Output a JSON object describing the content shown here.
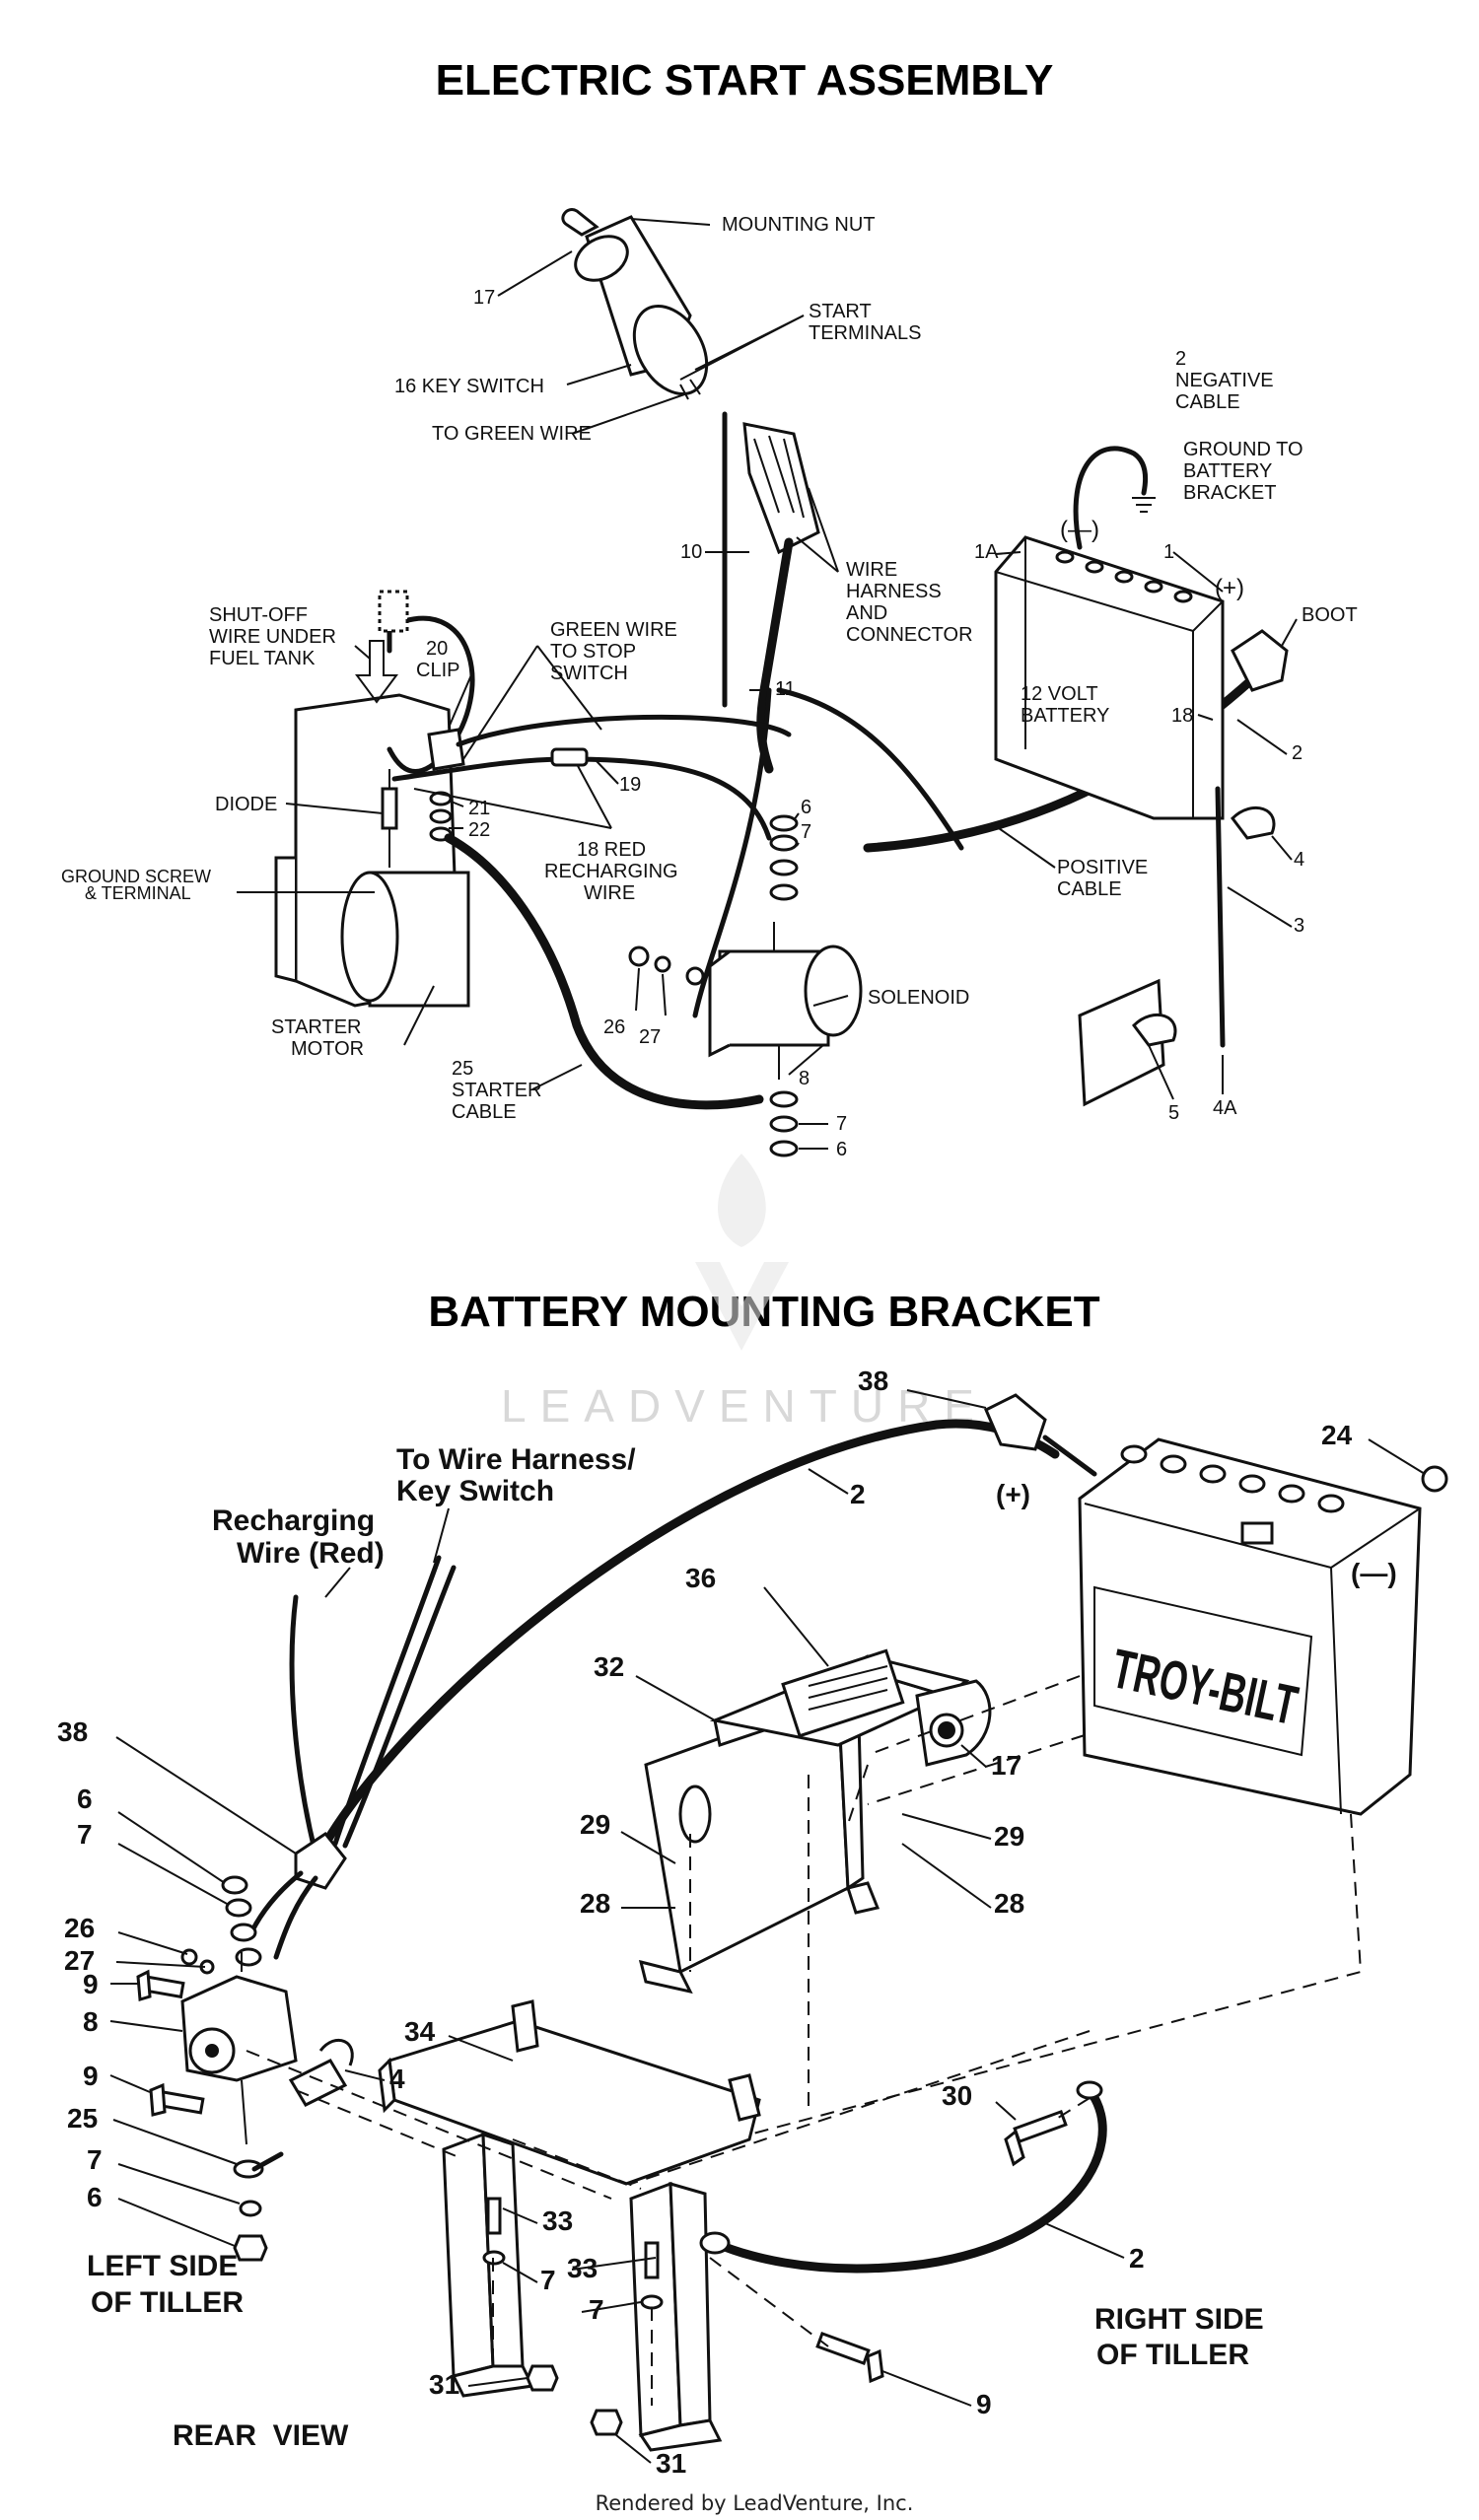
{
  "titles": {
    "electric_start": "ELECTRIC START ASSEMBLY",
    "battery_bracket": "BATTERY MOUNTING BRACKET"
  },
  "watermark": "LEADVENTURE",
  "footer": "Rendered by LeadVenture, Inc.",
  "top_labels": {
    "mounting_nut": "MOUNTING NUT",
    "n17": "17",
    "start_terminals_1": "START",
    "start_terminals_2": "TERMINALS",
    "key_switch": "16 KEY SWITCH",
    "to_green_wire": "TO GREEN WIRE",
    "neg_cable_1": "2",
    "neg_cable_2": "NEGATIVE",
    "neg_cable_3": "CABLE",
    "ground_1": "GROUND TO",
    "ground_2": "BATTERY",
    "ground_3": "BRACKET",
    "n10": "10",
    "harness_1": "WIRE",
    "harness_2": "HARNESS",
    "harness_3": "AND",
    "harness_4": "CONNECTOR",
    "n1a": "1A",
    "minus": "(—)",
    "n1": "1",
    "plus": "(+)",
    "boot": "BOOT",
    "battery_1": "12 VOLT",
    "battery_2": "BATTERY",
    "n18": "18",
    "n2": "2",
    "shutoff_1": "SHUT-OFF",
    "shutoff_2": "WIRE UNDER",
    "shutoff_3": "FUEL TANK",
    "clip_1": "20",
    "clip_2": "CLIP",
    "green_1": "GREEN WIRE",
    "green_2": "TO STOP",
    "green_3": "SWITCH",
    "n11": "11",
    "n19": "19",
    "diode": "DIODE",
    "n21": "21",
    "n22": "22",
    "red_1": "18 RED",
    "red_2": "RECHARGING",
    "red_3": "WIRE",
    "n6a": "6",
    "n7a": "7",
    "pos_1": "POSITIVE",
    "pos_2": "CABLE",
    "n4": "4",
    "n3": "3",
    "ground_screw_1": "GROUND SCREW",
    "ground_screw_2": "& TERMINAL",
    "starter_1": "STARTER",
    "starter_2": "MOTOR",
    "n26": "26",
    "n27": "27",
    "solenoid": "SOLENOID",
    "n8": "8",
    "n5": "5",
    "n4a": "4A",
    "cable25_1": "25",
    "cable25_2": "STARTER",
    "cable25_3": "CABLE",
    "n7b": "7",
    "n6b": "6"
  },
  "bottom_labels": {
    "n38_top": "38",
    "n24": "24",
    "to_harness_1": "To Wire Harness/",
    "to_harness_2": "Key Switch",
    "n2_top": "2",
    "plus": "(+)",
    "minus": "(—)",
    "recharge_1": "Recharging",
    "recharge_2": "Wire (Red)",
    "n36": "36",
    "n32": "32",
    "n17": "17",
    "brand": "TROY-BILT",
    "n38_left": "38",
    "n6_left": "6",
    "n7_left": "7",
    "n29_left": "29",
    "n28_left": "28",
    "n29_right": "29",
    "n28_right": "28",
    "n26": "26",
    "n27": "27",
    "n9_a": "9",
    "n8": "8",
    "n4": "4",
    "n34": "34",
    "n9_b": "9",
    "n25": "25",
    "n7_low": "7",
    "n6_low": "6",
    "n30": "30",
    "n2_low": "2",
    "n33_a": "33",
    "n33_b": "33",
    "n7_mid_a": "7",
    "n7_mid_b": "7",
    "left_side_1": "LEFT SIDE",
    "left_side_2": "OF TILLER",
    "right_side_1": "RIGHT SIDE",
    "right_side_2": "OF TILLER",
    "n31_a": "31",
    "n31_b": "31",
    "n9_c": "9",
    "rear_view": "REAR  VIEW"
  }
}
